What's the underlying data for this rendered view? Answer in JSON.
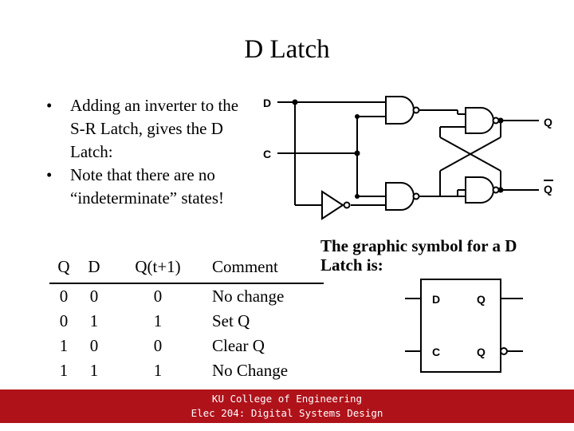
{
  "title": "D Latch",
  "bullets": [
    "Adding an inverter to the S-R Latch, gives the D Latch:",
    "Note that there are no “indeterminate” states!"
  ],
  "bullet_symbol": "•",
  "circuit": {
    "input_d": "D",
    "input_c": "C",
    "output_q": "Q",
    "output_q_bar": "Q"
  },
  "truth_table": {
    "headers": [
      "Q",
      "D",
      "Q(t+1)",
      "Comment"
    ],
    "rows": [
      [
        "0",
        "0",
        "0",
        "No change"
      ],
      [
        "0",
        "1",
        "1",
        "Set Q"
      ],
      [
        "1",
        "0",
        "0",
        "Clear Q"
      ],
      [
        "1",
        "1",
        "1",
        "No Change"
      ]
    ]
  },
  "symbol_caption": "The graphic symbol for a D Latch is:",
  "symbol": {
    "pin_d": "D",
    "pin_c": "C",
    "pin_q": "Q",
    "pin_q_bar": "Q"
  },
  "footer": {
    "line1": "KU College of Engineering",
    "line2": "Elec 204: Digital Systems Design"
  },
  "colors": {
    "footer_bg": "#b0121a",
    "footer_text": "#ffffff"
  }
}
